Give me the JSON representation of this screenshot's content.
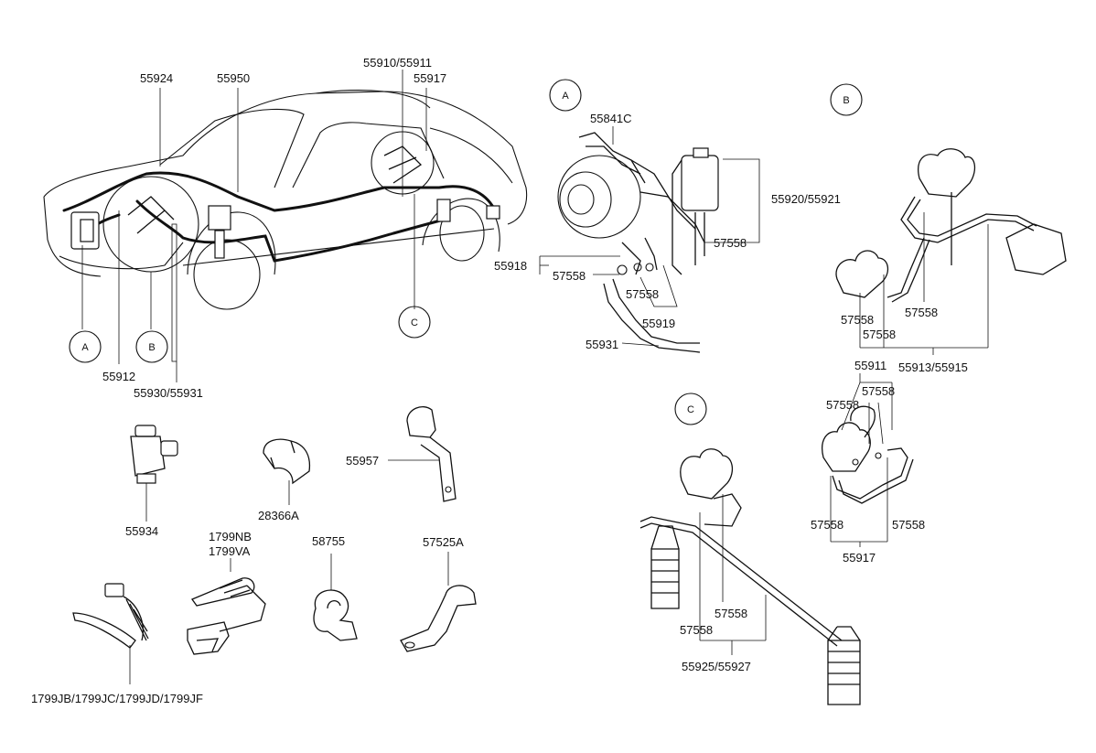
{
  "diagram": {
    "labels": {
      "p55924": "55924",
      "p55950": "55950",
      "p55910": "55910/55911",
      "p55917_top": "55917",
      "p55912": "55912",
      "p55930": "55930/55931",
      "p55841c": "55841C",
      "p55920": "55920/55921",
      "p57558_a1": "57558",
      "p55918": "55918",
      "p57558_a2": "57558",
      "p57558_a3": "57558",
      "p55919": "55919",
      "p55931": "55931",
      "p57558_b1": "57558",
      "p57558_b2": "57558",
      "p57558_b3": "57558",
      "p55913": "55913/55915",
      "p55911": "55911",
      "p57558_d1": "57558",
      "p57558_d2": "57558",
      "p57558_d3": "57558",
      "p57558_d4": "57558",
      "p55917_bot": "55917",
      "p57558_c1": "57558",
      "p57558_c2": "57558",
      "p55925": "55925/55927",
      "p55934": "55934",
      "p28366a": "28366A",
      "p55957": "55957",
      "p1799nb": "1799NB",
      "p1799va": "1799VA",
      "p58755": "58755",
      "p57525a": "57525A",
      "p1799jb": "1799JB/1799JC/1799JD/1799JF"
    },
    "callouts": {
      "a_car": "A",
      "b_car": "B",
      "c_car": "C",
      "a_detail": "A",
      "b_detail": "B",
      "c_detail": "C"
    }
  }
}
